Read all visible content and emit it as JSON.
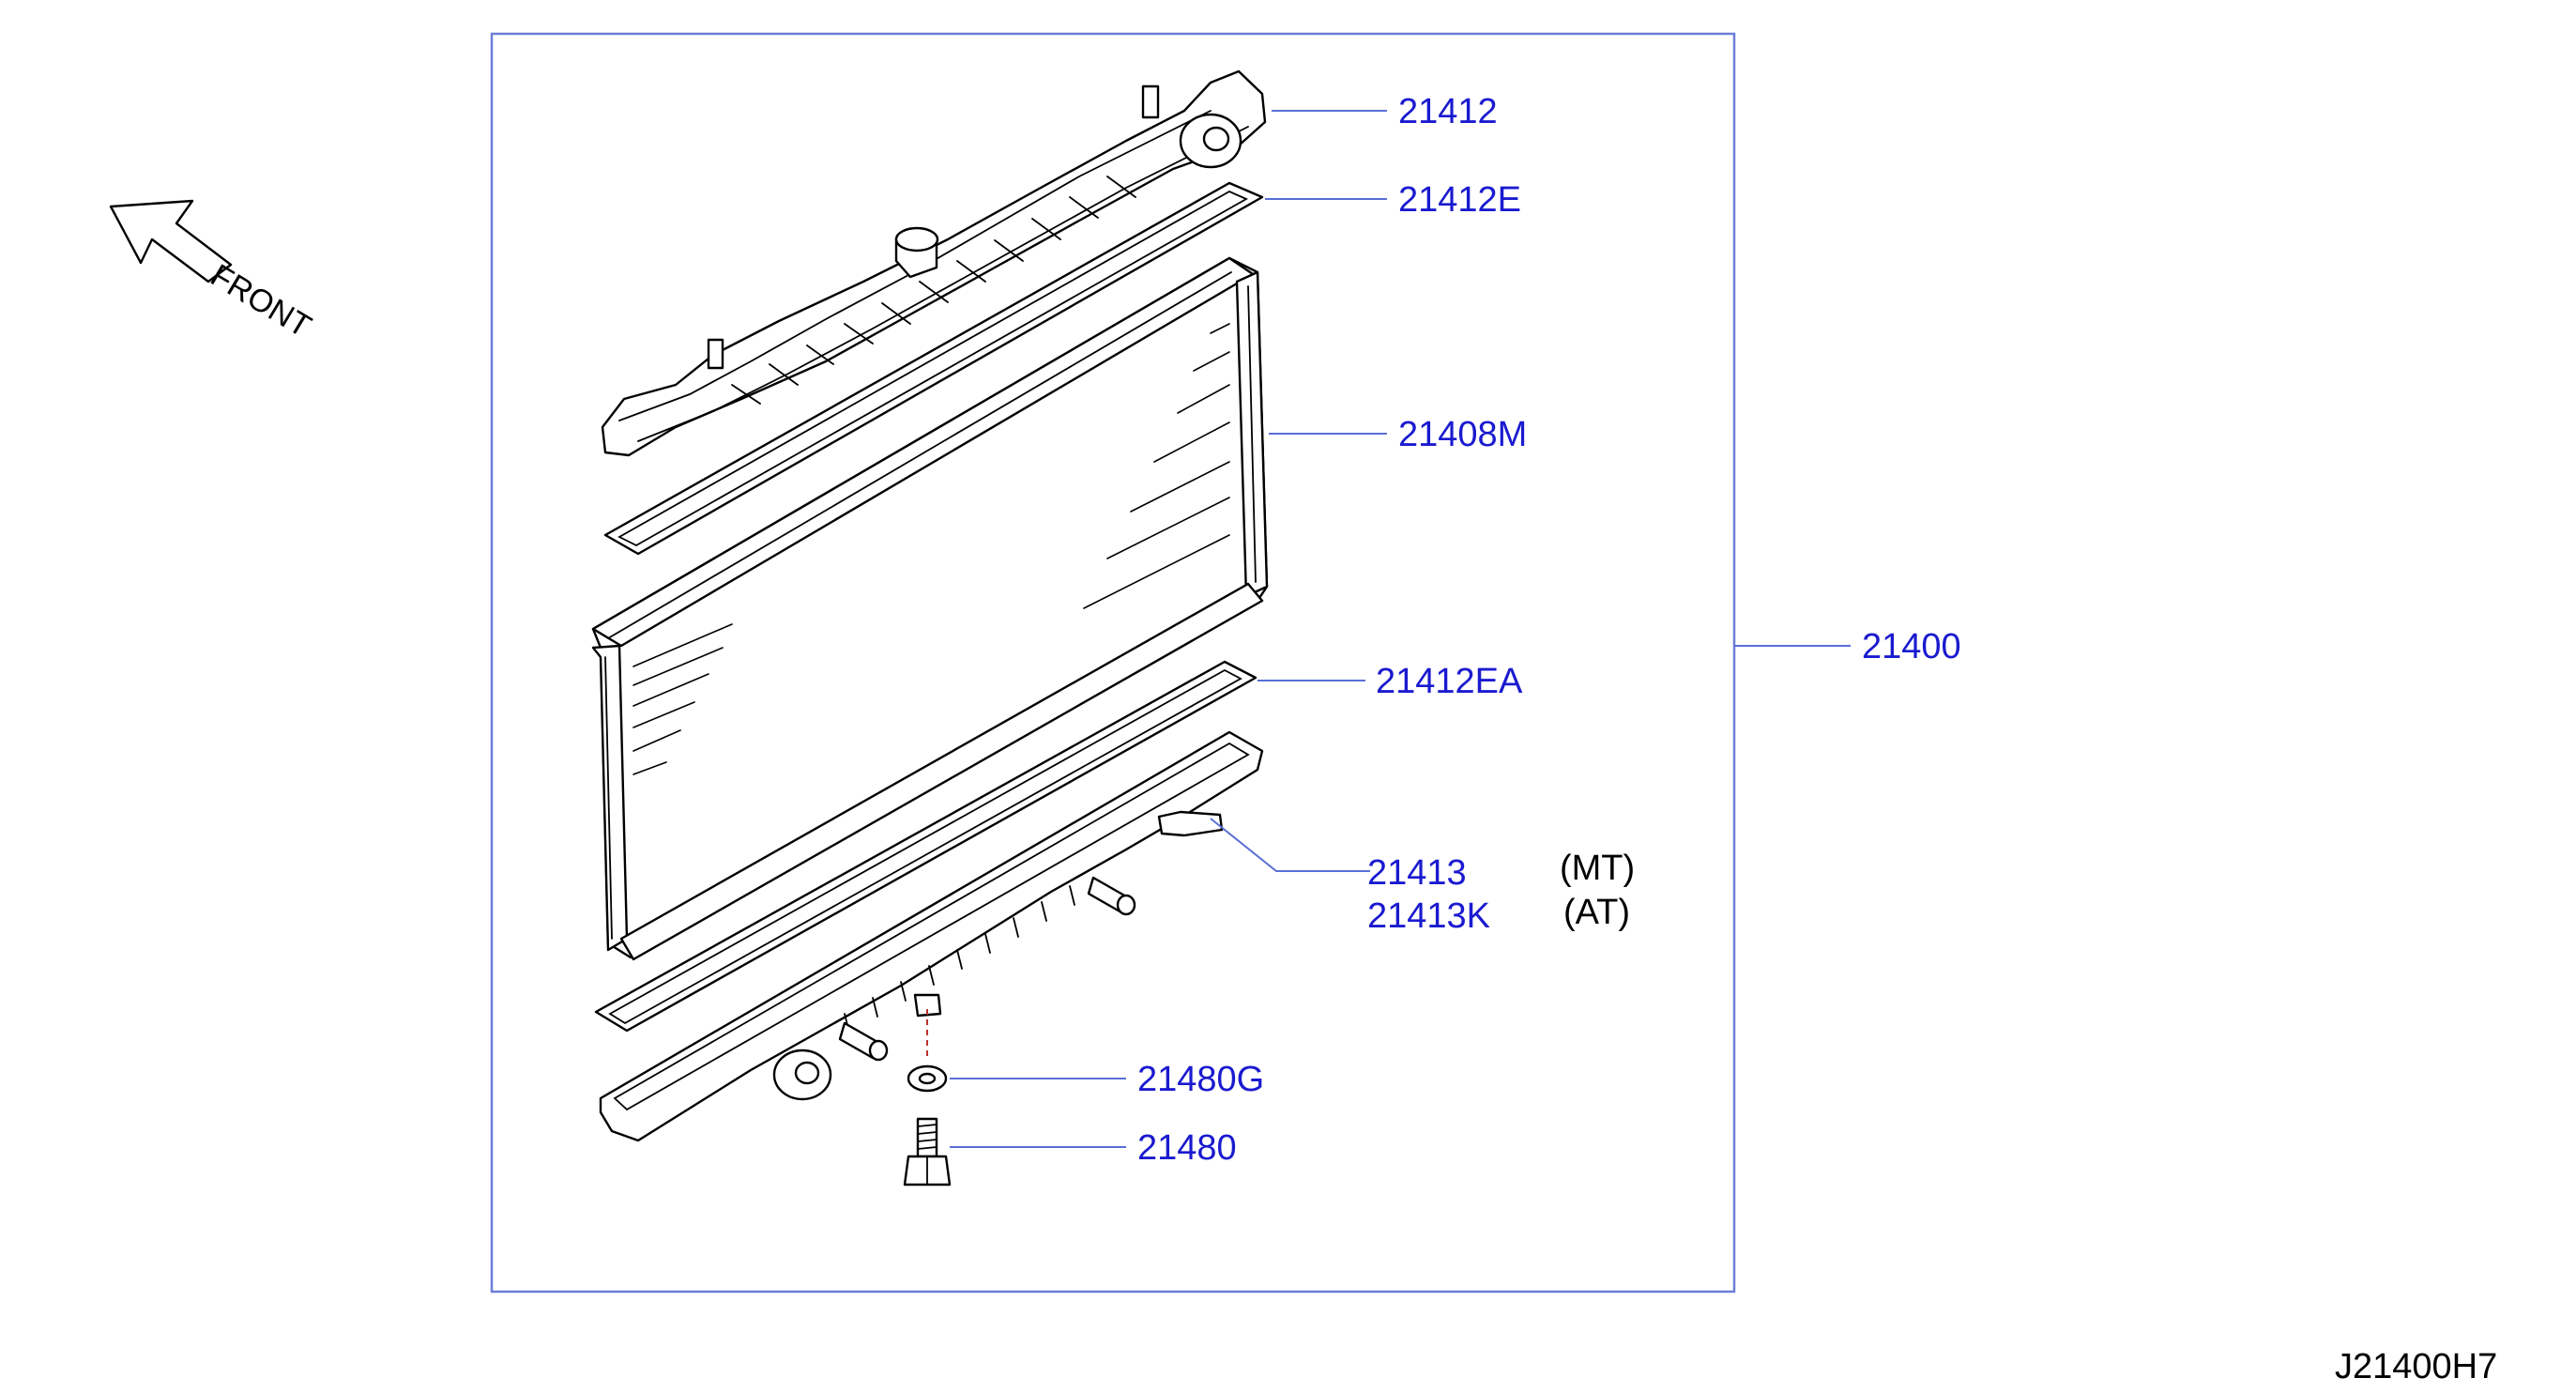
{
  "front_label": "FRONT",
  "diagram_code": "J21400H7",
  "colors": {
    "part_number": "#1a1ad0",
    "leader_line": "#5a6fd6",
    "frame": "#6b7fd8"
  },
  "parts": {
    "upper_tank": "21412",
    "upper_gasket": "21412E",
    "core": "21408M",
    "assembly": "21400",
    "lower_gasket": "21412EA",
    "lower_tank_mt": "21413",
    "lower_tank_mt_note": "(MT)",
    "lower_tank_at": "21413K",
    "lower_tank_at_note": "(AT)",
    "drain_washer": "21480G",
    "drain_plug": "21480"
  }
}
